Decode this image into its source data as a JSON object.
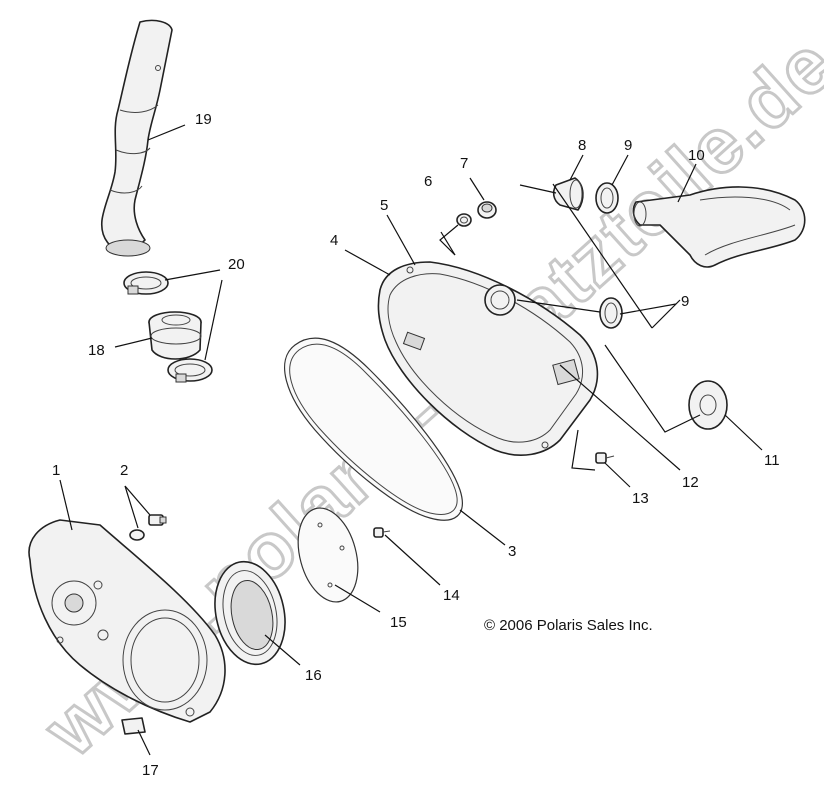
{
  "copyright": "© 2006 Polaris Sales Inc.",
  "watermark": "www.polaris-ersatzteile.de",
  "callouts": [
    "1",
    "2",
    "3",
    "4",
    "5",
    "6",
    "7",
    "8",
    "9",
    "9",
    "10",
    "11",
    "12",
    "13",
    "14",
    "15",
    "16",
    "17",
    "18",
    "19",
    "20"
  ],
  "colors": {
    "line": "#222222",
    "fill": "#f2f2f2",
    "watermark": "#c8c8c8"
  }
}
